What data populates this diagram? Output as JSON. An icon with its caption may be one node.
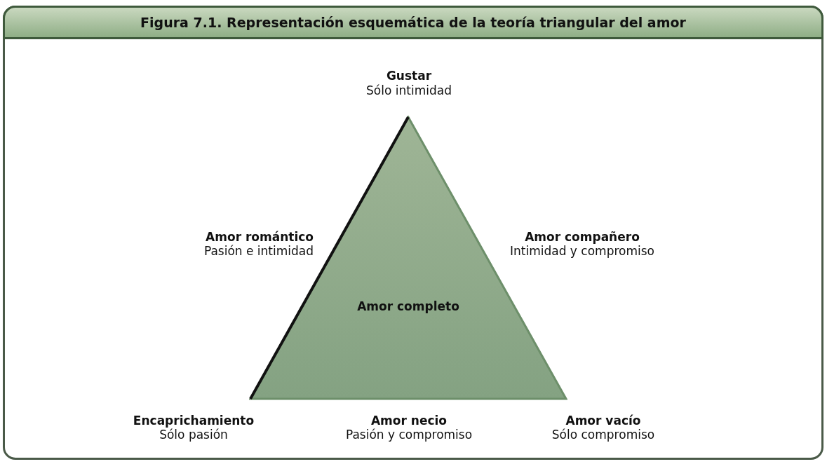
{
  "diagram": {
    "title": "Figura 7.1. Representación esquemática de la teoría triangular del amor",
    "nodes": [
      {
        "text": [
          "Amor completo"
        ]
      }
    ],
    "labels": [
      "Gustar",
      "Sólo intimidad",
      "Amor romántico",
      "Pasión e intimidad",
      "Amor compañero",
      "Intimidad y compromiso",
      "Encaprichamiento",
      "Sólo pasión",
      "Amor necio",
      "Pasión y compromiso",
      "Amor vacío",
      "Sólo compromiso"
    ]
  }
}
